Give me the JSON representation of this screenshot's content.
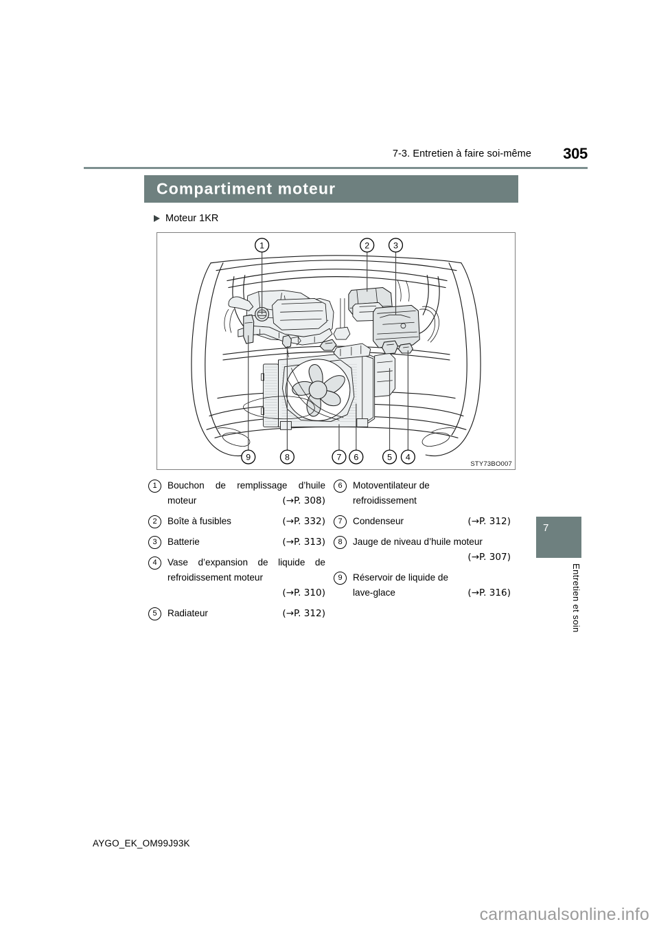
{
  "header": {
    "chapter": "7-3. Entretien à faire soi-même",
    "page_number": "305"
  },
  "title_bar": {
    "title": "Compartiment moteur",
    "background_color": "#6e807f"
  },
  "sub_heading": {
    "marker_icon": "triangle-right-icon",
    "label": "Moteur 1KR"
  },
  "figure": {
    "code": "STY73BO007",
    "description": "Vue du compartiment moteur avec repères numérotés de 1 à 9",
    "callouts": [
      {
        "number": "1",
        "position": "top"
      },
      {
        "number": "2",
        "position": "top"
      },
      {
        "number": "3",
        "position": "top"
      },
      {
        "number": "4",
        "position": "bottom"
      },
      {
        "number": "5",
        "position": "bottom"
      },
      {
        "number": "6",
        "position": "bottom"
      },
      {
        "number": "7",
        "position": "bottom"
      },
      {
        "number": "8",
        "position": "bottom"
      },
      {
        "number": "9",
        "position": "bottom"
      }
    ]
  },
  "legend": {
    "left": [
      {
        "number": "1",
        "lines": [
          {
            "text": "Bouchon de remplissage d’huile",
            "ref": "",
            "justify": true
          },
          {
            "text": "moteur",
            "ref": "(→P. 308)",
            "justify": false
          }
        ]
      },
      {
        "number": "2",
        "lines": [
          {
            "text": "Boîte à fusibles",
            "ref": "(→P. 332)",
            "justify": false
          }
        ]
      },
      {
        "number": "3",
        "lines": [
          {
            "text": "Batterie",
            "ref": "(→P. 313)",
            "justify": false
          }
        ]
      },
      {
        "number": "4",
        "lines": [
          {
            "text": "Vase d’expansion de liquide de",
            "ref": "",
            "justify": true
          },
          {
            "text": "refroidissement moteur",
            "ref": "",
            "justify": false
          },
          {
            "text": "",
            "ref": "(→P. 310)",
            "justify": false
          }
        ]
      },
      {
        "number": "5",
        "lines": [
          {
            "text": "Radiateur",
            "ref": "(→P. 312)",
            "justify": false
          }
        ]
      }
    ],
    "right": [
      {
        "number": "6",
        "lines": [
          {
            "text": "Motoventilateur de",
            "ref": "",
            "justify": false
          },
          {
            "text": "refroidissement",
            "ref": "",
            "justify": false
          }
        ]
      },
      {
        "number": "7",
        "lines": [
          {
            "text": "Condenseur",
            "ref": "(→P. 312)",
            "justify": false
          }
        ]
      },
      {
        "number": "8",
        "lines": [
          {
            "text": "Jauge de niveau d’huile moteur",
            "ref": "",
            "justify": false
          },
          {
            "text": "",
            "ref": "(→P. 307)",
            "justify": false
          }
        ]
      },
      {
        "number": "9",
        "lines": [
          {
            "text": "Réservoir de liquide de",
            "ref": "",
            "justify": false
          },
          {
            "text": "lave-glace",
            "ref": "(→P. 316)",
            "justify": false
          }
        ]
      }
    ]
  },
  "side_tab": {
    "number": "7",
    "label": "Entretien et soin",
    "background_color": "#6e807f"
  },
  "footer": {
    "doc_code": "AYGO_EK_OM99J93K",
    "watermark": "carmanualsonline.info"
  }
}
